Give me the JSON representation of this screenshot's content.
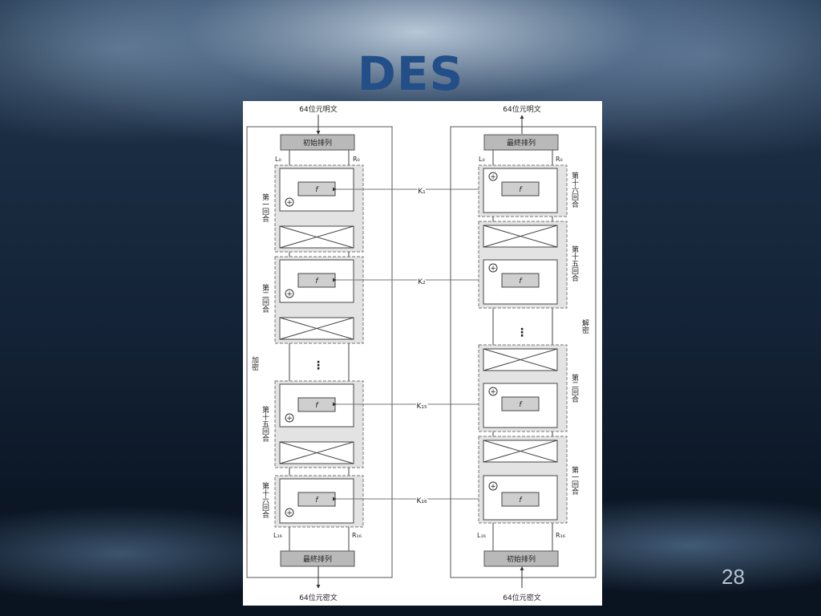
{
  "slide": {
    "title": "DES",
    "page_number": "28"
  },
  "diagram": {
    "encrypt": {
      "input_label": "64位元明文",
      "output_label": "64位元密文",
      "top_box": "初始排列",
      "bottom_box": "最終排列",
      "side_label": "加密",
      "L0": "L₀",
      "R0": "R₀",
      "L16": "L₁₆",
      "R16": "R₁₆",
      "round_labels": [
        "第一回合",
        "第二回合",
        "第十五回合",
        "第十六回合"
      ]
    },
    "decrypt": {
      "output_label": "64位元明文",
      "input_label": "64位元密文",
      "top_box": "最終排列",
      "bottom_box": "初始排列",
      "side_label": "解密",
      "L0": "L₀",
      "R0": "R₀",
      "L16": "L₁₆",
      "R16": "R₁₆",
      "round_labels": [
        "第十六回合",
        "第十五回合",
        "第二回合",
        "第一回合"
      ]
    },
    "keys": [
      "K₁",
      "K₂",
      "K₁₅",
      "K₁₆"
    ],
    "function_label": "f",
    "ellipsis": "⋮"
  }
}
